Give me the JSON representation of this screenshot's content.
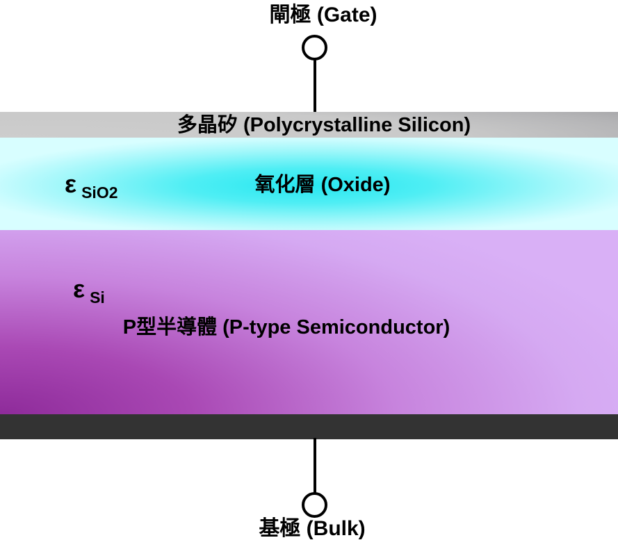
{
  "terminals": {
    "gate": {
      "label": "閘極 (Gate)"
    },
    "bulk": {
      "label": "基極 (Bulk)"
    }
  },
  "layers": {
    "polysilicon": {
      "label": "多晶矽 (Polycrystalline Silicon)",
      "color_light": "#c9c9c9",
      "color_dark": "#9d9da0"
    },
    "oxide": {
      "label": "氧化層 (Oxide)",
      "permittivity_symbol": "ε",
      "permittivity_subscript": "SiO2",
      "color_center": "#27e7f0",
      "color_edge": "#d8feff"
    },
    "semiconductor": {
      "label": "P型半導體 (P-type Semiconductor)",
      "permittivity_symbol": "ε",
      "permittivity_subscript": "Si",
      "color_light": "#d9b0f6",
      "color_dark": "#8e2b9a"
    },
    "bulk_contact": {
      "color": "#333333"
    }
  },
  "wire_color": "#000000",
  "background_color": "#ffffff"
}
